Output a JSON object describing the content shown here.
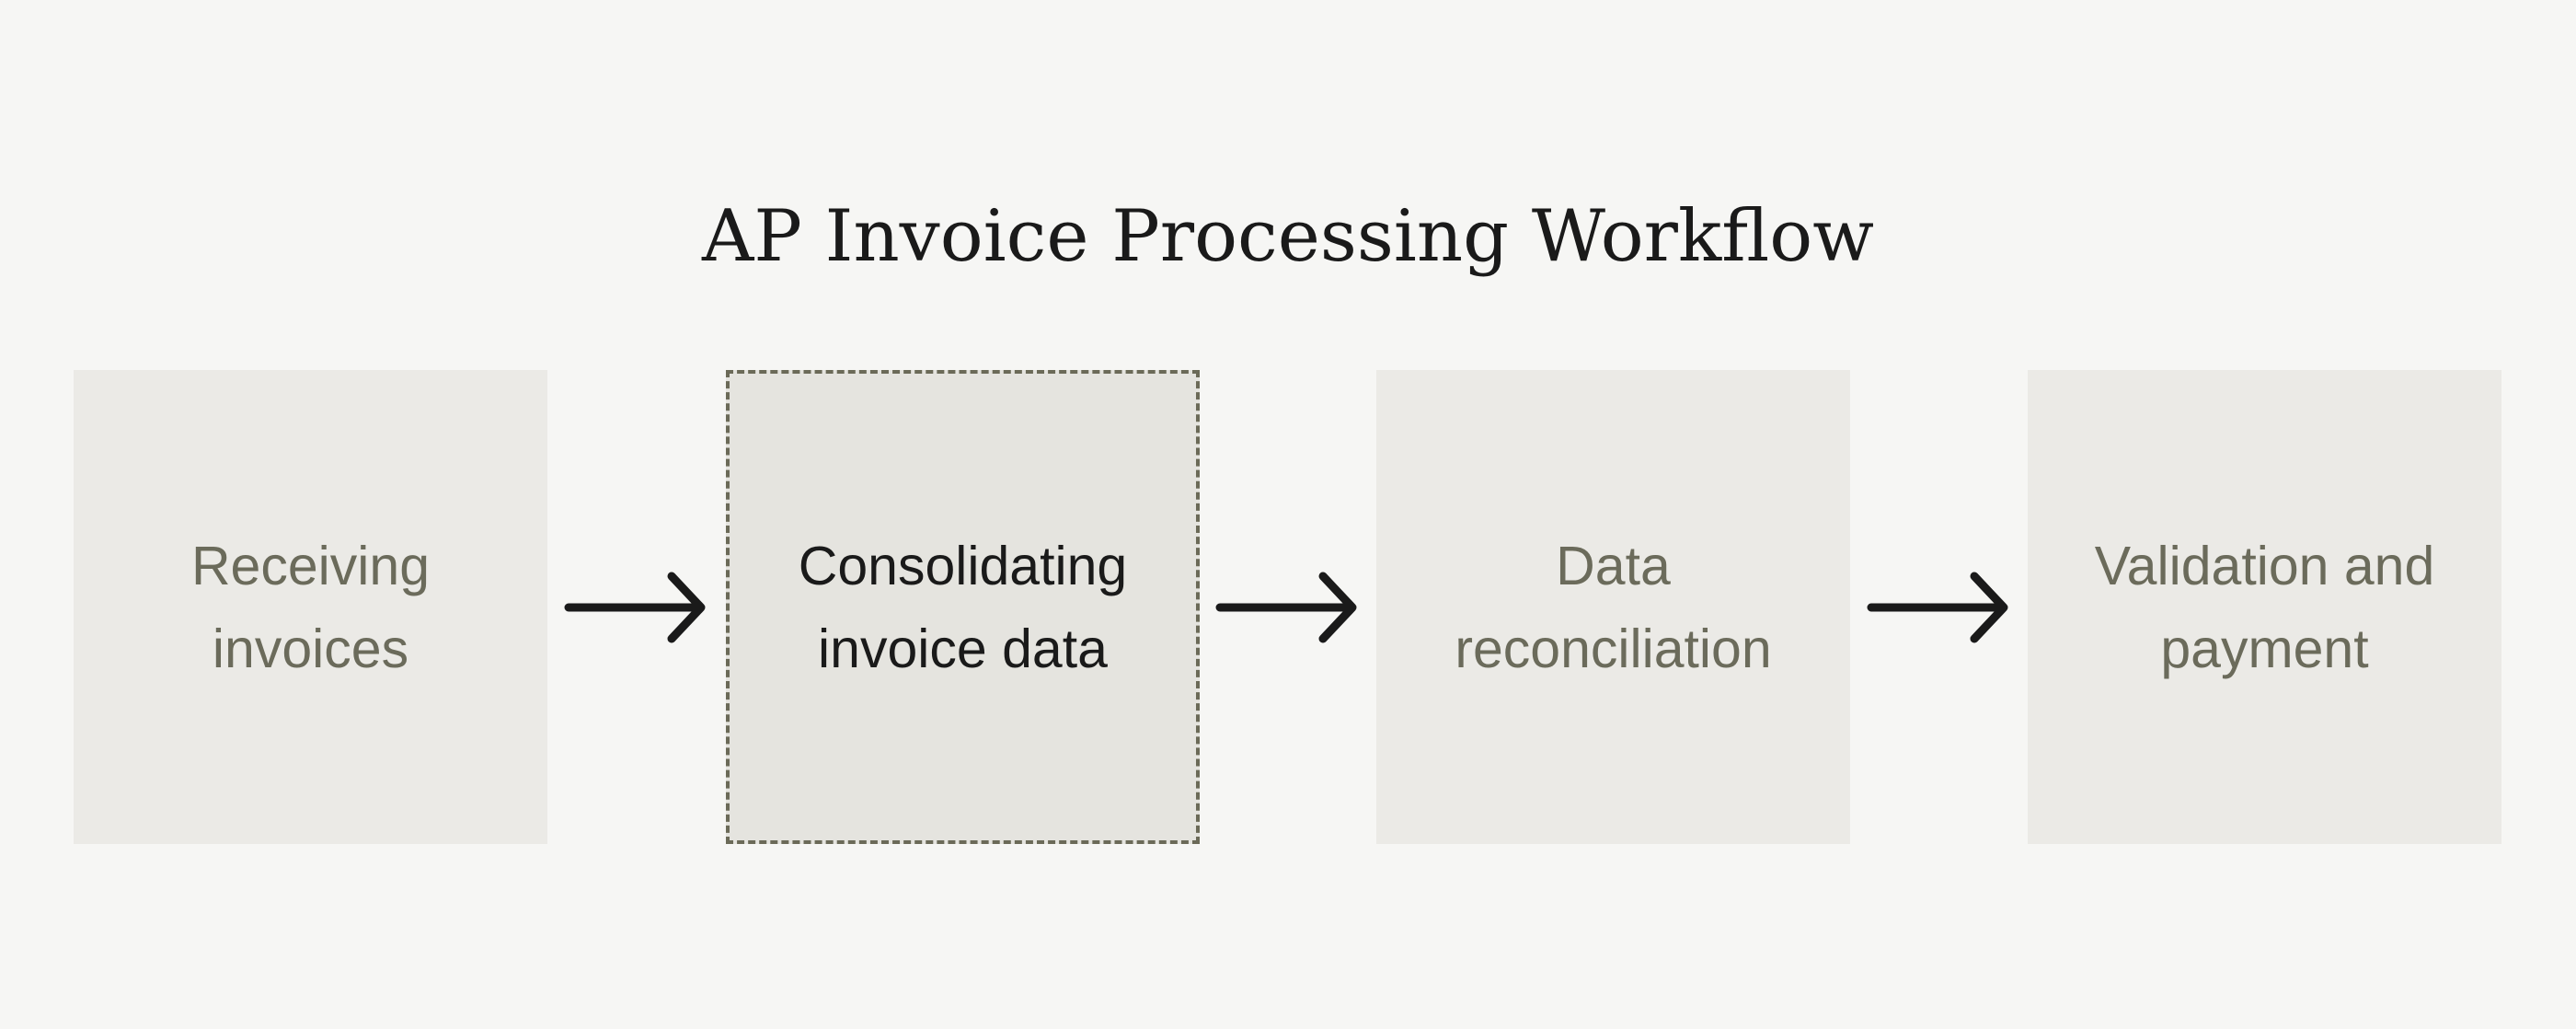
{
  "title": "AP Invoice Processing Workflow",
  "steps": [
    {
      "label": "Receiving invoices",
      "active": false
    },
    {
      "label": "Consolidating invoice data",
      "active": true
    },
    {
      "label": "Data reconciliation",
      "active": false
    },
    {
      "label": "Validation and payment",
      "active": false
    }
  ],
  "colors": {
    "background": "#f6f6f4",
    "box": "#ebeae6",
    "active_box": "#e5e4df",
    "muted_text": "#6b6b5b",
    "dark_text": "#1a1a1a",
    "dashed_border": "#6b6a58"
  }
}
